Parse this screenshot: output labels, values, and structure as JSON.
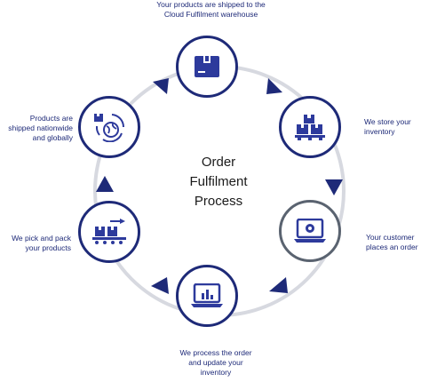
{
  "center_title": [
    "Order",
    "Fulfilment",
    "Process"
  ],
  "steps": [
    {
      "id": "ship",
      "label": [
        "Your products are shipped to the",
        "Cloud Fulfilment warehouse"
      ],
      "icon": "box-icon"
    },
    {
      "id": "store",
      "label": [
        "We store your",
        "inventory"
      ],
      "icon": "stacked-boxes-pallet-icon"
    },
    {
      "id": "order",
      "label": [
        "Your customer",
        "places an order"
      ],
      "icon": "laptop-order-icon"
    },
    {
      "id": "process",
      "label": [
        "We process the order",
        "and update your",
        "inventory"
      ],
      "icon": "laptop-chart-icon"
    },
    {
      "id": "pick",
      "label": [
        "We pick and pack",
        "your products"
      ],
      "icon": "conveyor-belt-icon"
    },
    {
      "id": "deliver",
      "label": [
        "Products are",
        "shipped nationwide",
        "and globally"
      ],
      "icon": "globe-delivery-icon"
    }
  ],
  "colors": {
    "primary": "#1e2a78",
    "highlight": "#5a6370",
    "ring": "#d7d9e0",
    "icon": "#2d3a9c"
  }
}
